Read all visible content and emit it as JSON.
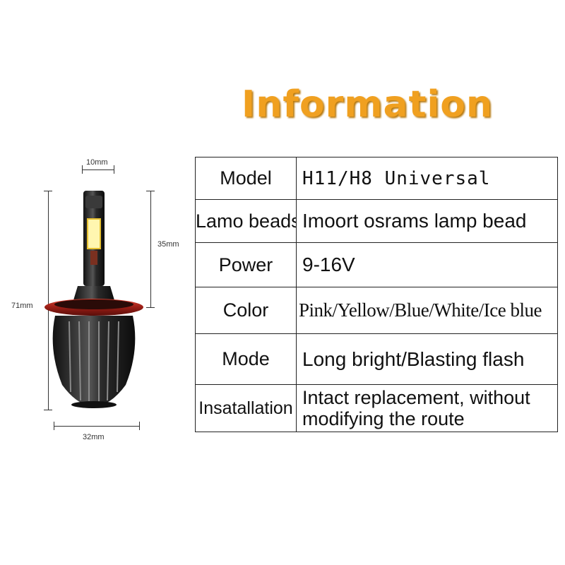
{
  "title": "Information",
  "dimensions": {
    "top_width": "10mm",
    "upper_height": "35mm",
    "total_height": "71mm",
    "base_width": "32mm"
  },
  "table": [
    {
      "label": "Model",
      "value": "H11/H8 Universal"
    },
    {
      "label": "Lamo beads",
      "value": "Imoort osrams lamp bead"
    },
    {
      "label": "Power",
      "value": "9-16V"
    },
    {
      "label": "Color",
      "value": "Pink/Yellow/Blue/White/Ice blue"
    },
    {
      "label": "Mode",
      "value": "Long bright/Blasting flash"
    },
    {
      "label": "Insatallation",
      "value": "Intact replacement, without modifying the route"
    }
  ],
  "colors": {
    "title": "#f0a020",
    "led": "#fff3a0",
    "ring": "#b3261e",
    "body": "#222222"
  }
}
